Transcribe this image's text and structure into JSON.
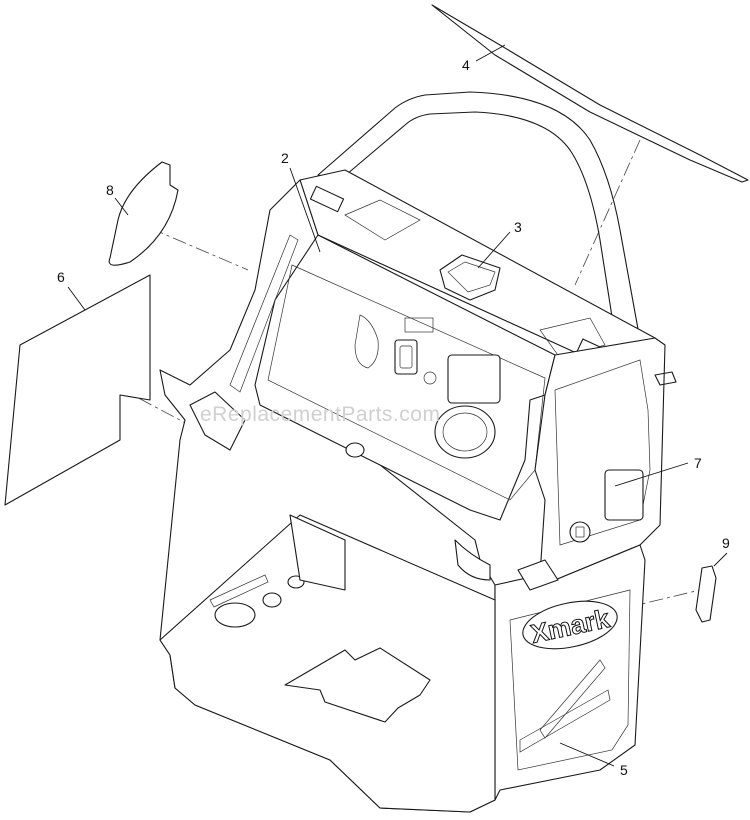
{
  "watermark": "eReplacementParts.com",
  "logo_text": "Xmark",
  "callouts": [
    {
      "id": "1",
      "label": "2"
    },
    {
      "id": "2",
      "label": "3"
    },
    {
      "id": "3",
      "label": "4"
    },
    {
      "id": "4",
      "label": "5"
    },
    {
      "id": "5",
      "label": "6"
    },
    {
      "id": "6",
      "label": "7"
    },
    {
      "id": "7",
      "label": "8"
    },
    {
      "id": "8",
      "label": "9"
    }
  ]
}
